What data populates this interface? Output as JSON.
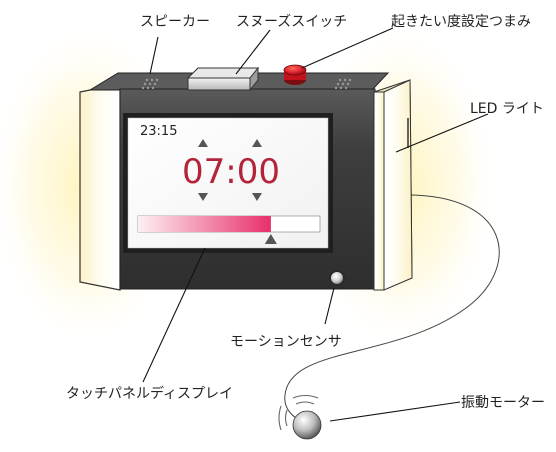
{
  "labels": {
    "speaker": "スピーカー",
    "snooze_switch": "スヌーズスイッチ",
    "wake_knob": "起きたい度設定つまみ",
    "led_light": "LED ライト",
    "motion_sensor": "モーションセンサ",
    "touch_panel": "タッチパネルディスプレイ",
    "vibration_motor": "振動モーター"
  },
  "screen": {
    "current_time": "23:15",
    "alarm_time": "07:00"
  },
  "wake_level_fraction": 0.73,
  "colors": {
    "knob": "#d8202a",
    "clock_digits": "#b3243b",
    "bar_start": "#fbe4ea",
    "bar_end": "#e8306a",
    "device_body": "#3d3d3d",
    "led_glow": "#fff6c8"
  }
}
